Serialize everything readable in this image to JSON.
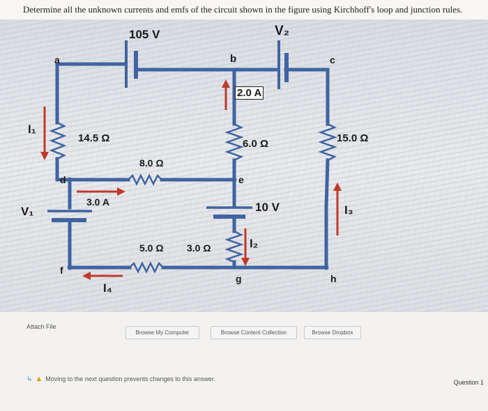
{
  "question": {
    "text": "Determine all the unknown currents and emfs of the circuit shown in the figure using Kirchhoff's loop and junction rules."
  },
  "circuit": {
    "emf_top_left": "105 V",
    "emf_top_right": "V₂",
    "emf_middle": "10 V",
    "emf_left": "V₁",
    "resistor_left": "14.5 Ω",
    "resistor_right": "15.0 Ω",
    "resistor_mid_upper": "8.0 Ω",
    "resistor_center": "6.0 Ω",
    "resistor_bottom_left": "5.0 Ω",
    "resistor_bottom_right": "3.0 Ω",
    "current_known_top": "2.0 A",
    "current_known_left": "3.0 A",
    "current_I1": "I₁",
    "current_I2": "I₂",
    "current_I3": "I₃",
    "current_I4": "I₄",
    "nodes": {
      "a": "a",
      "b": "b",
      "c": "c",
      "d": "d",
      "e": "e",
      "f": "f",
      "g": "g",
      "h": "h"
    }
  },
  "attach": {
    "label": "Attach File",
    "browse_computer": "Browse My Computer",
    "browse_content": "Browse Content Collection",
    "browse_dropbox": "Browse Dropbox"
  },
  "footer": {
    "warning": "Moving to the next question prevents changes to this answer.",
    "question_number": "Question 1"
  },
  "colors": {
    "wire": "#3f64a0",
    "arrow": "#c0392b"
  }
}
